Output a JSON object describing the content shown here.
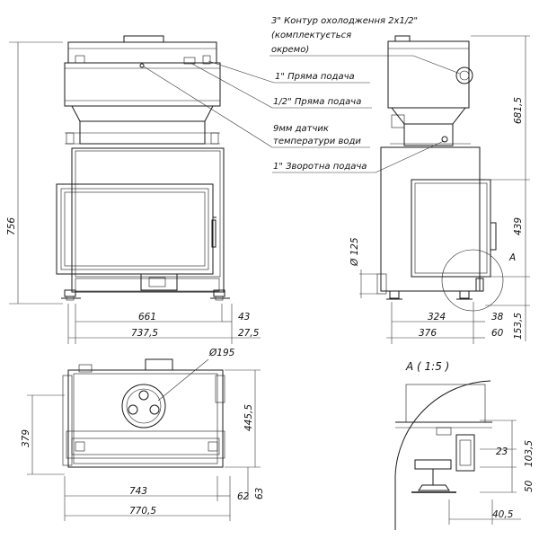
{
  "callouts": {
    "cooling_circuit": "3\" Контур охолодження 2x1/2\"",
    "cooling_circuit_note1": "(комплектується",
    "cooling_circuit_note2": "окремо)",
    "direct_feed_1": "1\" Пряма подача",
    "direct_feed_half": "1/2\" Пряма подача",
    "temp_sensor_1": "9мм датчик",
    "temp_sensor_2": "температури води",
    "return_feed": "1\" Зворотна подача"
  },
  "front_view": {
    "height": "756",
    "width_inner": "661",
    "width_total": "737,5",
    "offset_right": "43",
    "offset_right2": "27,5"
  },
  "side_view": {
    "height_top": "681,5",
    "height_door": "439",
    "pipe_diameter": "Ø 125",
    "depth_324": "324",
    "depth_38": "38",
    "depth_376": "376",
    "depth_60": "60",
    "height_153": "153,5",
    "detail_marker": "A"
  },
  "top_view": {
    "flue_diameter": "Ø195",
    "depth_379": "379",
    "depth_445": "445,5",
    "width_743": "743",
    "width_770": "770,5",
    "offset_62": "62",
    "offset_63": "63"
  },
  "detail_view": {
    "title": "A ( 1:5 )",
    "dim_23": "23",
    "dim_103": "103,5",
    "dim_50": "50",
    "dim_40": "40,5"
  }
}
